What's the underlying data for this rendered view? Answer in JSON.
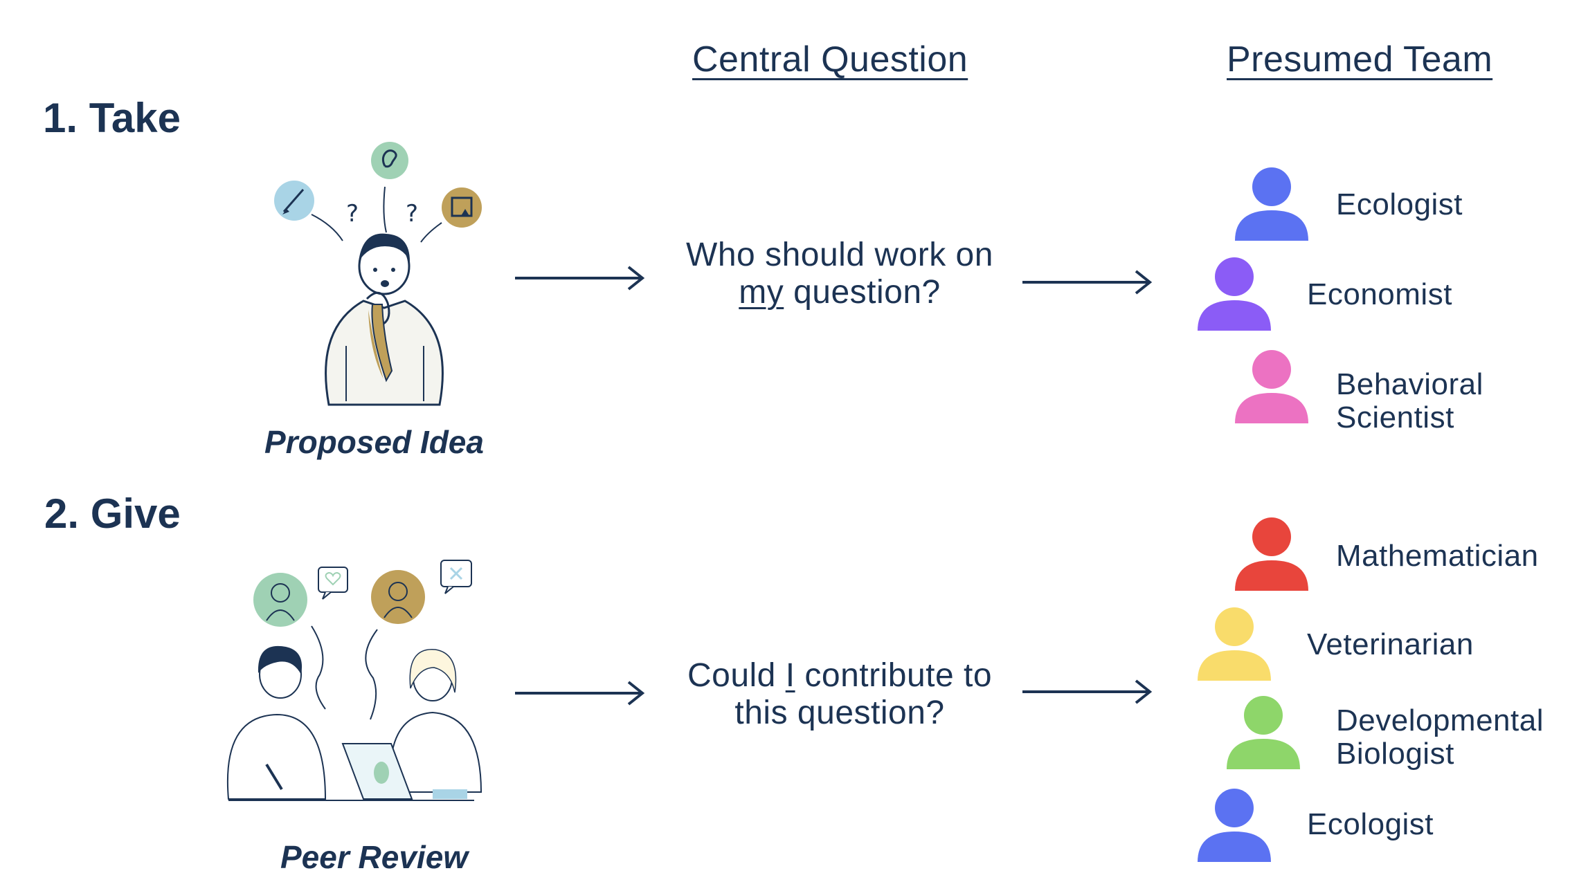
{
  "headers": {
    "central_question": "Central Question",
    "presumed_team": "Presumed Team"
  },
  "take": {
    "title": "1. Take",
    "caption": "Proposed Idea",
    "question_line1": "Who should work on",
    "question_word_underlined": "my",
    "question_line2_rest": " question?",
    "team": [
      {
        "label": "Ecologist",
        "color": "#5b72f2"
      },
      {
        "label": "Economist",
        "color": "#8b5cf6"
      },
      {
        "label": "Behavioral\nScientist",
        "color": "#ec72c2"
      }
    ]
  },
  "give": {
    "title": "2. Give",
    "caption": "Peer Review",
    "question_line1_pre": "Could ",
    "question_word_underlined": "I",
    "question_line1_post": " contribute to",
    "question_line2": "this question?",
    "team": [
      {
        "label": "Mathematician",
        "color": "#e8453c"
      },
      {
        "label": "Veterinarian",
        "color": "#f9dc6b"
      },
      {
        "label": "Developmental\nBiologist",
        "color": "#8ed66a"
      },
      {
        "label": "Ecologist",
        "color": "#5b72f2"
      }
    ]
  },
  "colors": {
    "text": "#1c3353",
    "arrow": "#1c3353",
    "gold": "#bfa05a",
    "mint": "#9fd1b4",
    "lightblue": "#a9d4e6"
  },
  "icons": {
    "brush": "paintbrush-icon",
    "ear": "ear-icon",
    "shape": "vector-shape-icon",
    "heart_bubble": "heart-speech-bubble-icon",
    "x_bubble": "x-speech-bubble-icon"
  }
}
